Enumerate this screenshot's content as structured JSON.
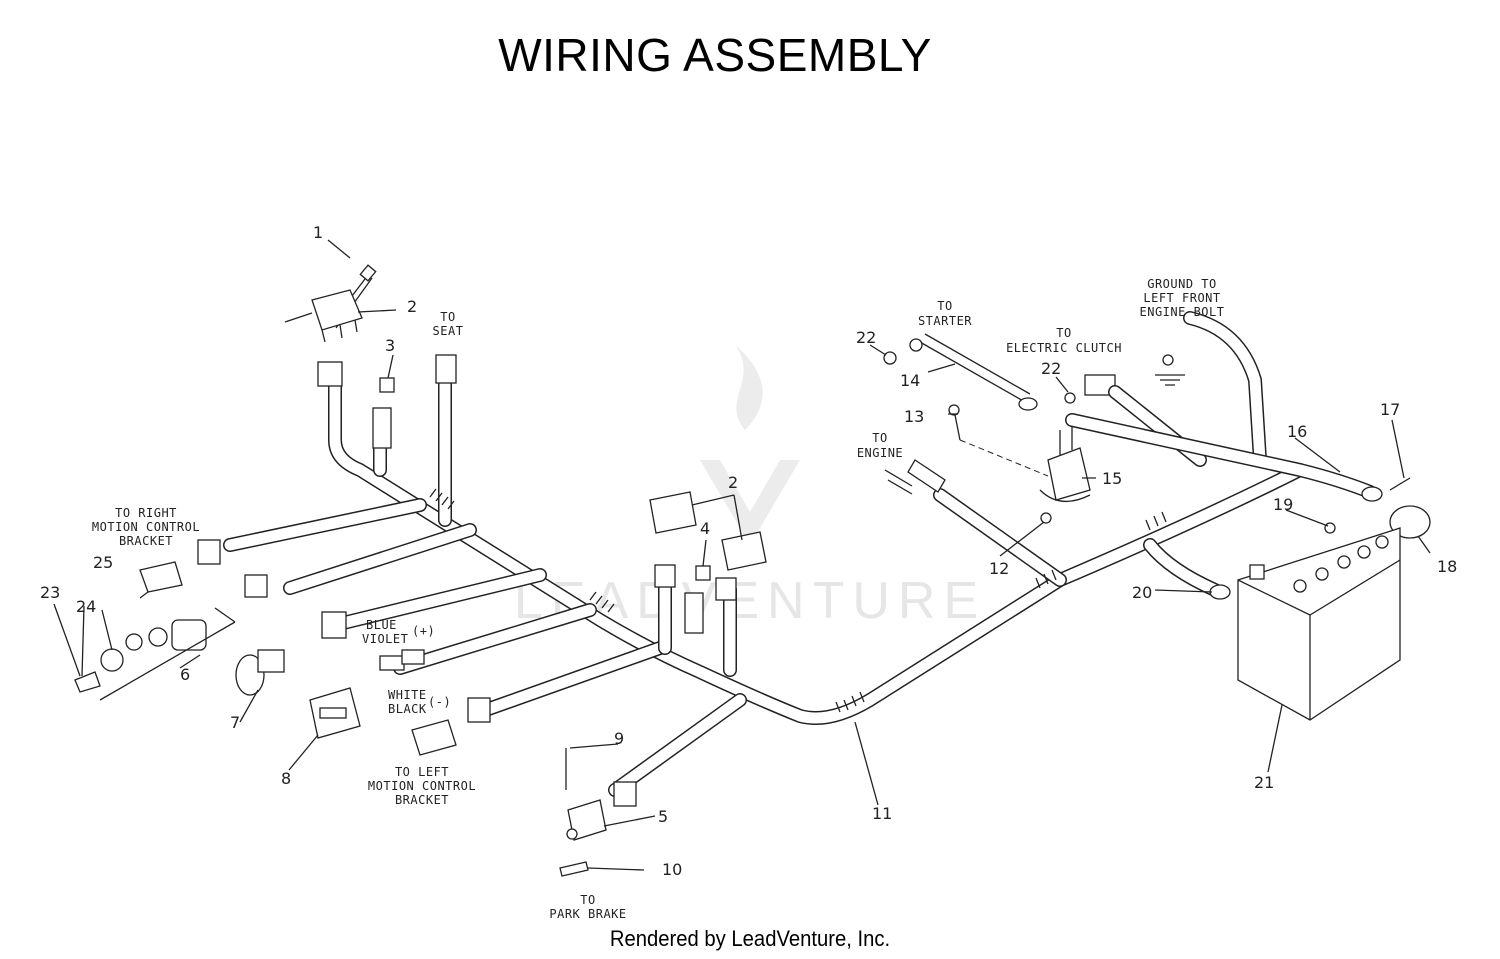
{
  "title": "WIRING ASSEMBLY",
  "footer": "Rendered by LeadVenture, Inc.",
  "watermark": "LEADVENTURE",
  "labels": {
    "to_seat": [
      "TO",
      "SEAT"
    ],
    "to_right_motion": [
      "TO RIGHT",
      "MOTION CONTROL",
      "BRACKET"
    ],
    "to_left_motion": [
      "TO LEFT",
      "MOTION CONTROL",
      "BRACKET"
    ],
    "to_park_brake": [
      "TO",
      "PARK BRAKE"
    ],
    "to_starter": [
      "TO",
      "STARTER"
    ],
    "to_electric_clutch": [
      "TO",
      "ELECTRIC CLUTCH"
    ],
    "to_engine": [
      "TO",
      "ENGINE"
    ],
    "ground": [
      "GROUND TO",
      "LEFT FRONT",
      "ENGINE BOLT"
    ],
    "blue": "BLUE",
    "violet": "VIOLET",
    "plus": "(+)",
    "white": "WHITE",
    "black": "BLACK",
    "minus": "(-)"
  },
  "callouts": {
    "c1": "1",
    "c2a": "2",
    "c2b": "2",
    "c3": "3",
    "c4": "4",
    "c5": "5",
    "c6": "6",
    "c7": "7",
    "c8": "8",
    "c9": "9",
    "c10": "10",
    "c11": "11",
    "c12": "12",
    "c13": "13",
    "c14": "14",
    "c15": "15",
    "c16": "16",
    "c17": "17",
    "c18": "18",
    "c19": "19",
    "c20": "20",
    "c21": "21",
    "c22a": "22",
    "c22b": "22",
    "c23": "23",
    "c24": "24",
    "c25": "25"
  },
  "colors": {
    "line": "#222222",
    "watermark": "#e6e6e6",
    "background": "#ffffff"
  }
}
